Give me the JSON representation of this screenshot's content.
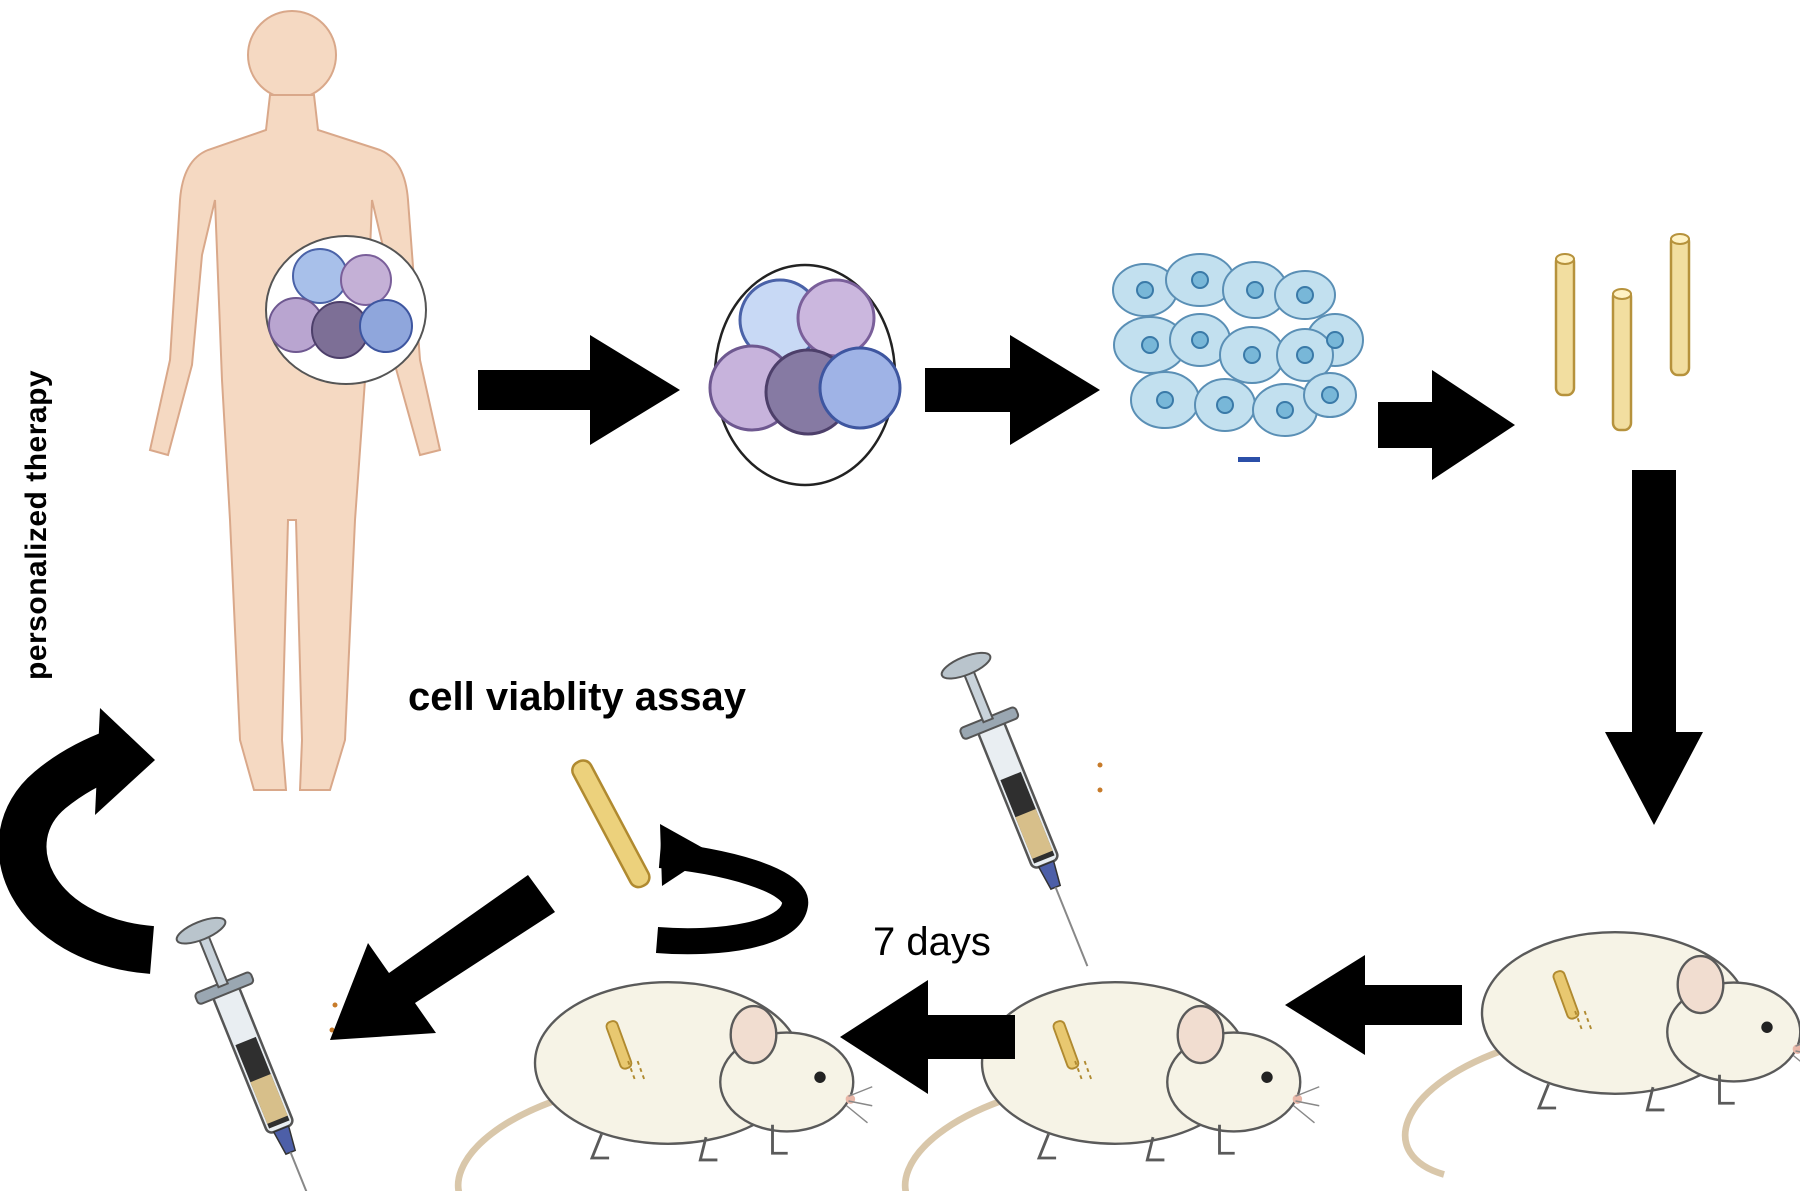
{
  "labels": {
    "therapy": "personalized therapy",
    "assay": "cell viablity assay",
    "days": "7 days"
  },
  "colors": {
    "skin": "#f5d9c2",
    "skin_outline": "#d9a88a",
    "cell_blue": "#9bb5e0",
    "cell_purple": "#b29dc7",
    "cultured_cell": "#bfe0ee",
    "scaffold": "#e8d08a",
    "mouse": "#f5f2e4",
    "arrow": "#000000"
  },
  "icons": [
    "human-body-icon",
    "tumor-cells-icon",
    "cultured-cells-icon",
    "scaffold-rods-icon",
    "mouse-icon",
    "syringe-icon",
    "implant-rod-icon"
  ]
}
